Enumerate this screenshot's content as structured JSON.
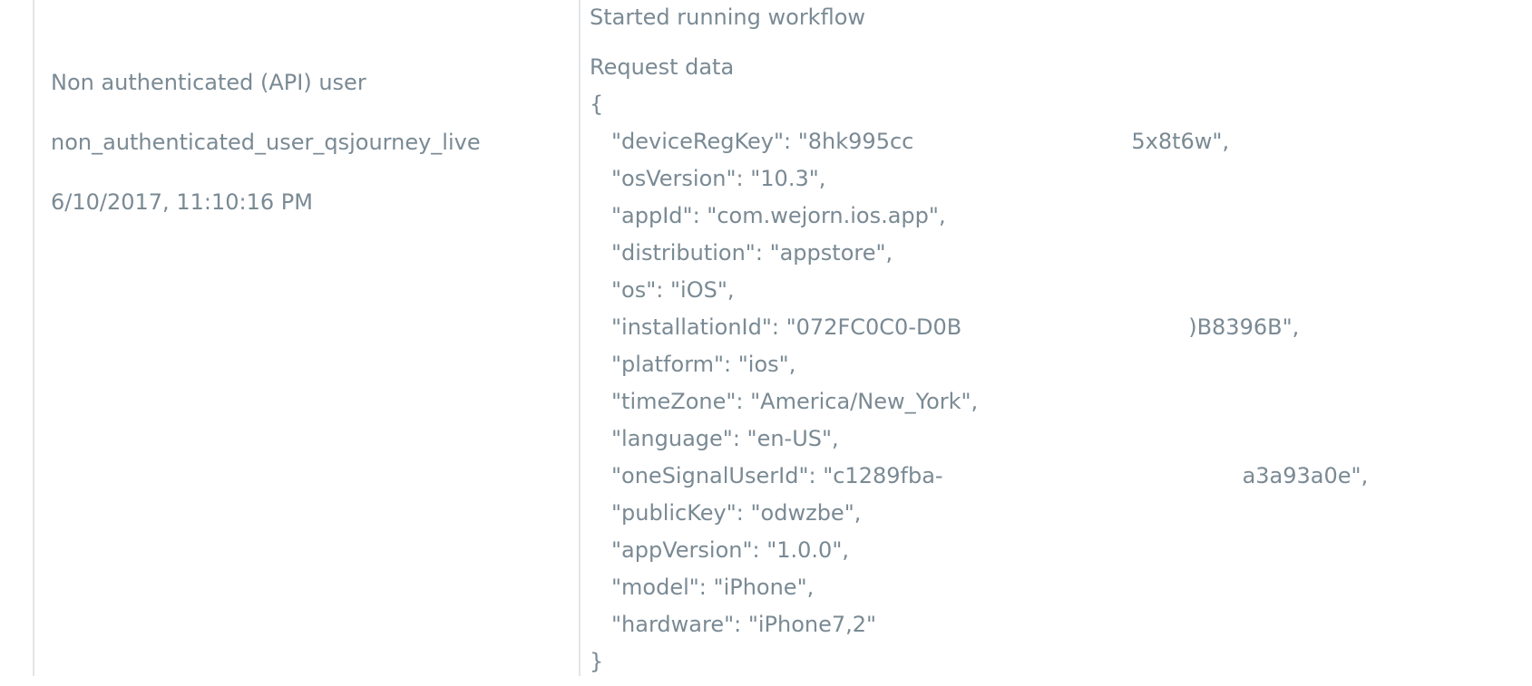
{
  "log_entry": {
    "user": {
      "display_name": "Non authenticated (API) user",
      "user_id": "non_authenticated_user_qsjourney_live",
      "timestamp": "6/10/2017, 11:10:16 PM"
    },
    "event": {
      "title": "Started running workflow",
      "section_label": "Request data",
      "request_json_lines": [
        {
          "indent": false,
          "segments": [
            {
              "text": "{"
            }
          ]
        },
        {
          "indent": true,
          "segments": [
            {
              "text": "\"deviceRegKey\": \"8hk995cc"
            },
            {
              "gap": 240
            },
            {
              "text": "5x8t6w\","
            }
          ]
        },
        {
          "indent": true,
          "segments": [
            {
              "text": "\"osVersion\": \"10.3\","
            }
          ]
        },
        {
          "indent": true,
          "segments": [
            {
              "text": "\"appId\": \"com.wejorn.ios.app\","
            }
          ]
        },
        {
          "indent": true,
          "segments": [
            {
              "text": "\"distribution\": \"appstore\","
            }
          ]
        },
        {
          "indent": true,
          "segments": [
            {
              "text": "\"os\": \"iOS\","
            }
          ]
        },
        {
          "indent": true,
          "segments": [
            {
              "text": "\"installationId\": \"072FC0C0-D0B"
            },
            {
              "gap": 250
            },
            {
              "text": ")B8396B\","
            }
          ]
        },
        {
          "indent": true,
          "segments": [
            {
              "text": "\"platform\": \"ios\","
            }
          ]
        },
        {
          "indent": true,
          "segments": [
            {
              "text": "\"timeZone\": \"America/New_York\","
            }
          ]
        },
        {
          "indent": true,
          "segments": [
            {
              "text": "\"language\": \"en-US\","
            }
          ]
        },
        {
          "indent": true,
          "segments": [
            {
              "text": "\"oneSignalUserId\": \"c1289fba-"
            },
            {
              "gap": 330
            },
            {
              "text": "a3a93a0e\","
            }
          ]
        },
        {
          "indent": true,
          "segments": [
            {
              "text": "\"publicKey\": \"odwzbe\","
            }
          ]
        },
        {
          "indent": true,
          "segments": [
            {
              "text": "\"appVersion\": \"1.0.0\","
            }
          ]
        },
        {
          "indent": true,
          "segments": [
            {
              "text": "\"model\": \"iPhone\","
            }
          ]
        },
        {
          "indent": true,
          "segments": [
            {
              "text": "\"hardware\": \"iPhone7,2\""
            }
          ]
        },
        {
          "indent": false,
          "segments": [
            {
              "text": "}"
            }
          ]
        }
      ]
    }
  },
  "colors": {
    "text": "#7a8a94",
    "border": "#e2e5e8",
    "background": "#ffffff"
  }
}
